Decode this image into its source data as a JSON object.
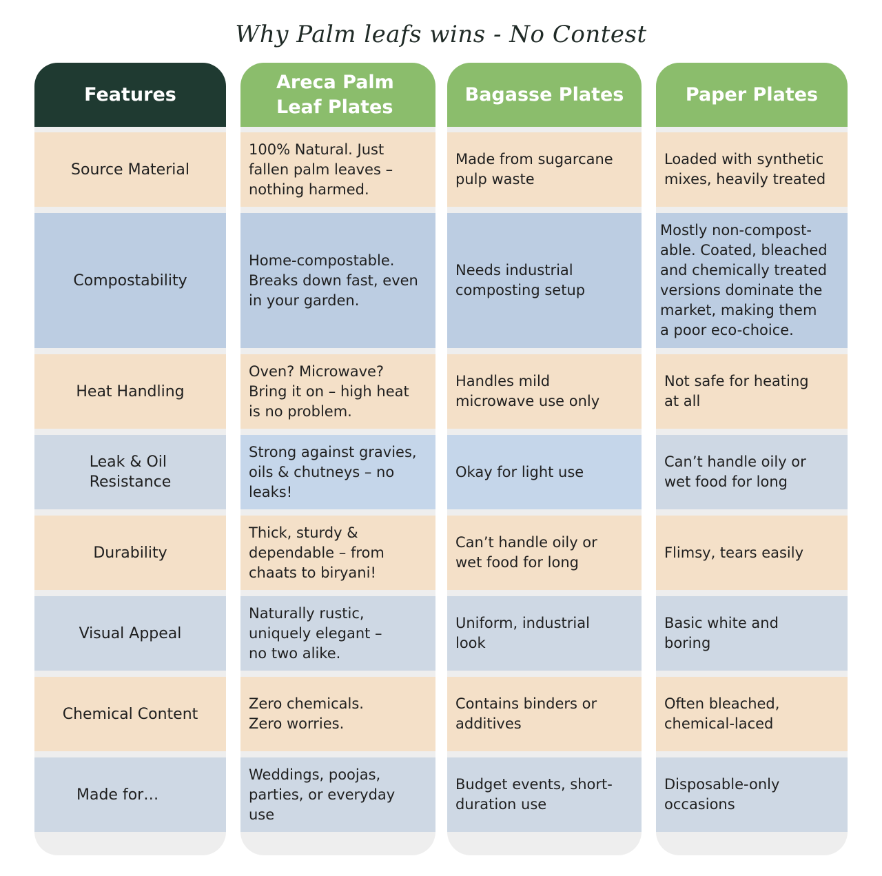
{
  "title": "Why Palm leafs wins - No Contest",
  "columns": {
    "features": "Features",
    "areca": "Areca  Palm\nLeaf Plates",
    "bagasse": "Bagasse Plates",
    "paper": "Paper Plates"
  },
  "rows": [
    {
      "feature": "Source Material",
      "areca": "100% Natural. Just\nfallen palm leaves –\nnothing harmed.",
      "bagasse": "Made from sugarcane\npulp waste",
      "paper": "Loaded with synthetic\nmixes, heavily treated"
    },
    {
      "feature": "Compostability",
      "areca": "Home-compostable.\nBreaks down fast, even\nin your garden.",
      "bagasse": "Needs industrial\ncomposting setup",
      "paper": "Mostly non-compost-\nable. Coated, bleached\nand chemically treated\nversions dominate the\nmarket, making them\na poor eco-choice."
    },
    {
      "feature": "Heat Handling",
      "areca": "Oven? Microwave?\nBring it on – high heat\nis no problem.",
      "bagasse": "Handles mild\nmicrowave use only",
      "paper": "Not safe for heating\nat all"
    },
    {
      "feature": "Leak & Oil\nResistance",
      "areca": "Strong against gravies,\noils & chutneys – no\nleaks!",
      "bagasse": "Okay for light use",
      "paper": "Can’t handle oily or\nwet food for long"
    },
    {
      "feature": "Durability",
      "areca": "Thick, sturdy &\ndependable – from\nchaats to biryani!",
      "bagasse": "Can’t handle oily or\nwet food for long",
      "paper": "Flimsy, tears easily"
    },
    {
      "feature": "Visual Appeal",
      "areca": "Naturally rustic,\nuniquely elegant –\nno two alike.",
      "bagasse": "Uniform, industrial\nlook",
      "paper": "Basic white and\nboring"
    },
    {
      "feature": "Chemical Content",
      "areca": "Zero chemicals.\nZero worries.",
      "bagasse": "Contains binders or\nadditives",
      "paper": "Often bleached,\nchemical-laced"
    },
    {
      "feature": "Made for…",
      "areca": "Weddings, poojas,\nparties, or everyday\nuse",
      "bagasse": "Budget events, short-\nduration use",
      "paper": "Disposable-only\noccasions"
    }
  ]
}
